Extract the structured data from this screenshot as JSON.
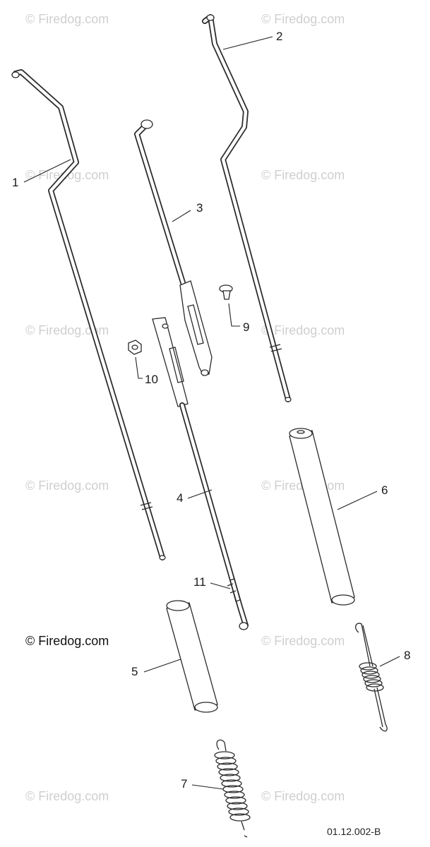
{
  "watermark": "© Firedog.com",
  "brand": "© Firedog.com",
  "drawing_code": "01.12.002-B",
  "callouts": [
    "1",
    "2",
    "3",
    "4",
    "5",
    "6",
    "7",
    "8",
    "9",
    "10",
    "11"
  ]
}
